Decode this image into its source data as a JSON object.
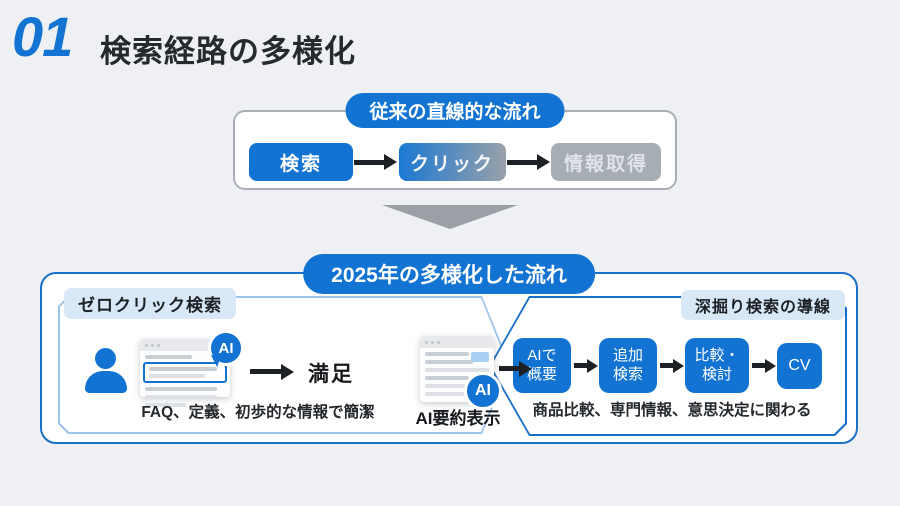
{
  "header": {
    "number": "01",
    "title": "検索経路の多様化"
  },
  "traditional": {
    "label": "従来の直線的な流れ",
    "steps": [
      {
        "label": "検索"
      },
      {
        "label": "クリック"
      },
      {
        "label": "情報取得"
      }
    ]
  },
  "modern": {
    "label": "2025年の多様化した流れ",
    "zero_click": {
      "label": "ゼロクリック検索",
      "ai_badge": "AI",
      "outcome": "満足",
      "caption": "FAQ、定義、初歩的な情報で簡潔"
    },
    "summary": {
      "ai_badge": "AI",
      "label": "AI要約表示"
    },
    "deep_dive": {
      "label": "深掘り検索の導線",
      "steps": [
        {
          "label": "AIで\n概要"
        },
        {
          "label": "追加\n検索"
        },
        {
          "label": "比較・\n検討"
        },
        {
          "label": "CV"
        }
      ],
      "caption": "商品比較、専門情報、意思決定に関わる"
    }
  },
  "icons": {
    "transition": "chevron-down-icon",
    "flow": "arrow-right-icon",
    "user": "person-icon",
    "window": "browser-window-icon"
  },
  "colors": {
    "primary_blue": "#1273d2",
    "inactive_gray": "#a7adb4",
    "outer_border_blue": "#1a6fc9",
    "left_panel_border": "#9cc3e8",
    "badge_bg": "#d9e8f7",
    "arrow_black": "#1d2024",
    "background": "#eef0f3"
  }
}
